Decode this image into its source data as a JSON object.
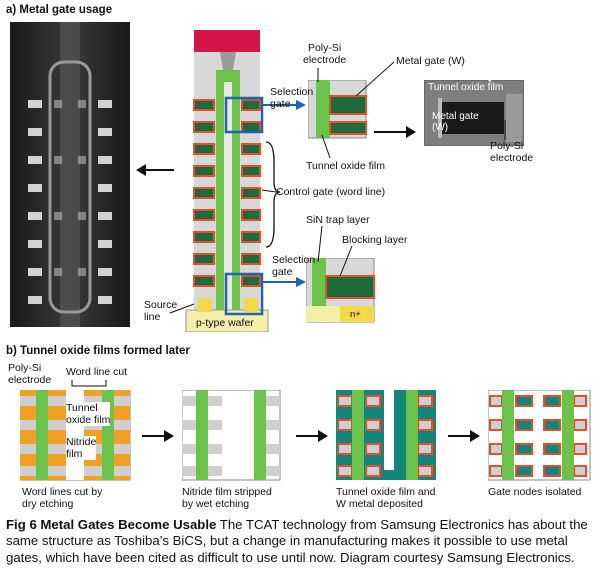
{
  "section_a": {
    "title": "a) Metal gate usage",
    "labels": {
      "poly_si_electrode": "Poly-Si\nelectrode",
      "metal_gate_w": "Metal gate (W)",
      "selection_gate_top": "Selection\ngate",
      "tunnel_oxide_film_mid": "Tunnel oxide film",
      "control_gate": "Control gate (word line)",
      "sin_trap_layer": "SiN trap layer",
      "blocking_layer": "Blocking layer",
      "selection_gate_bottom": "Selection\ngate",
      "source_line": "Source\nline",
      "p_type_wafer": "p-type wafer",
      "n_plus": "n+",
      "tem_tunnel_oxide_film": "Tunnel oxide film",
      "tem_metal_gate": "Metal gate\n(W)",
      "tem_poly_si_electrode": "Poly-Si\nelectrode"
    }
  },
  "section_b": {
    "title": "b) Tunnel oxide films formed later",
    "labels": {
      "poly_si_electrode": "Poly-Si\nelectrode",
      "word_line_cut": "Word line cut",
      "tunnel_oxide_film": "Tunnel\noxide film",
      "nitride_film": "Nitride\nfilm"
    },
    "steps": [
      "Word lines cut by\ndry etching",
      "Nitride film stripped\nby wet etching",
      "Tunnel oxide film and\nW metal deposited",
      "Gate nodes isolated"
    ]
  },
  "caption": {
    "fig_label": "Fig 6  Metal Gates Become Usable",
    "body": "  The TCAT technology from Samsung Electronics has about the same structure as Toshiba’s BiCS, but a change in manufacturing makes it possible to use metal gates, which have been cited as difficult to use until now. Diagram courtesy Samsung Electronics."
  },
  "colors": {
    "metal_gate": "#1e6a3c",
    "poly_si": "#6cc24a",
    "nitride": "#f0a024",
    "oxide_red": "#e0502a",
    "teal": "#13857a",
    "gray": "#cfcfcf",
    "magenta": "#d4164a",
    "yellow": "#f3eea8",
    "arrow_blue": "#1f63b0"
  }
}
